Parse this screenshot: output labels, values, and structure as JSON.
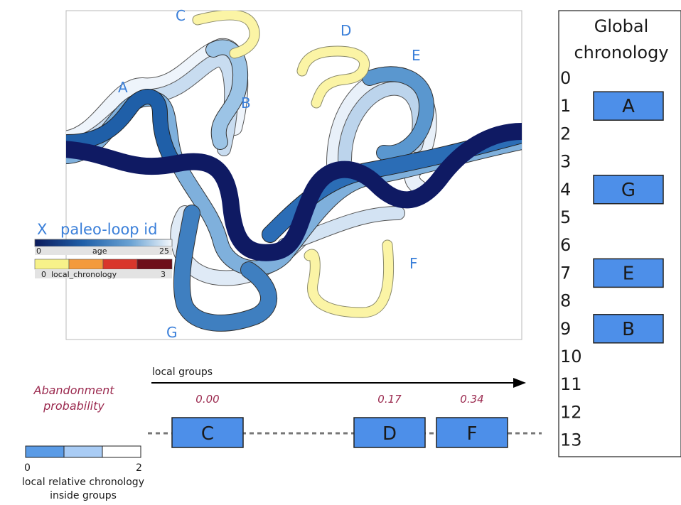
{
  "structure_labels": [
    "A",
    "B",
    "C",
    "D",
    "E",
    "F",
    "G"
  ],
  "legend": {
    "marker": "X",
    "marker_caption": "paleo-loop id",
    "age_min": "0",
    "age_title": "age",
    "age_max": "25",
    "chrono_min": "0",
    "chrono_title": "local_chronology",
    "chrono_max": "3",
    "age_colors": [
      "#0b1a5c",
      "#1f5fa8",
      "#6aa3d4",
      "#ffffff"
    ],
    "chrono_colors": [
      "#f7f28a",
      "#f39a3c",
      "#d9362b",
      "#6e0f1a"
    ]
  },
  "global_chronology": {
    "title_line1": "Global",
    "title_line2": "chronology",
    "ticks": [
      "0",
      "1",
      "2",
      "3",
      "4",
      "5",
      "6",
      "7",
      "8",
      "9",
      "10",
      "11",
      "12",
      "13"
    ],
    "loops": [
      {
        "label": "A",
        "position": 1
      },
      {
        "label": "G",
        "position": 4
      },
      {
        "label": "E",
        "position": 7
      },
      {
        "label": "B",
        "position": 9
      }
    ]
  },
  "local_groups": {
    "title": "local groups",
    "abandonment_line1": "Abandonment",
    "abandonment_line2": "probability",
    "groups": [
      {
        "label": "C",
        "probability": "0.00"
      },
      {
        "label": "D",
        "probability": "0.17"
      },
      {
        "label": "F",
        "probability": "0.34"
      }
    ]
  },
  "relative_legend": {
    "min": "0",
    "max": "2",
    "caption_line1": "local relative chronology",
    "caption_line2": "inside groups",
    "colors": [
      "#5a9be6",
      "#a9ccf5",
      "#ffffff"
    ]
  },
  "colors": {
    "box_fill": "#4d8fe9",
    "label_blue": "#3a7fd9",
    "ribbon_navy": "#0f1a63",
    "loop_yellow": "#fbf4a5"
  }
}
